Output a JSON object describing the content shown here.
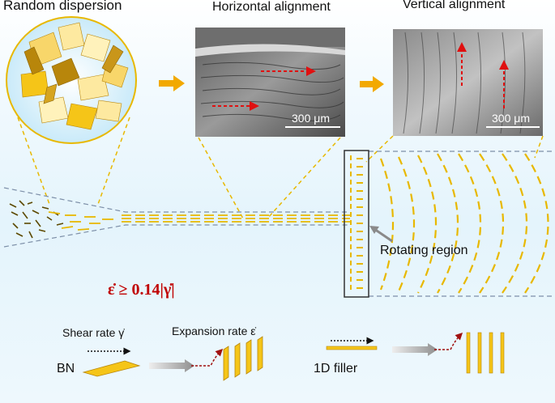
{
  "labels": {
    "random": "Random dispersion",
    "horizontal": "Horizontal alignment",
    "vertical": "Vertical alignment",
    "rotating": "Rotating region",
    "formula": "ε̇ ≥ 0.14|γ̇|",
    "shear": "Shear rate γ̇",
    "expansion": "Expansion rate ε̇",
    "bn": "BN",
    "filler": "1D filler"
  },
  "scale_bars": {
    "horizontal": "300 μm",
    "vertical": "300 μm"
  },
  "colors": {
    "flake_fill": "#f5c518",
    "flake_edge": "#b8860b",
    "guide_dash": "#e8b800",
    "flow_dash": "#7d8fa8",
    "arrow_orange": "#f2a900",
    "sem_arrow": "#e01010",
    "formula": "#c00000"
  }
}
